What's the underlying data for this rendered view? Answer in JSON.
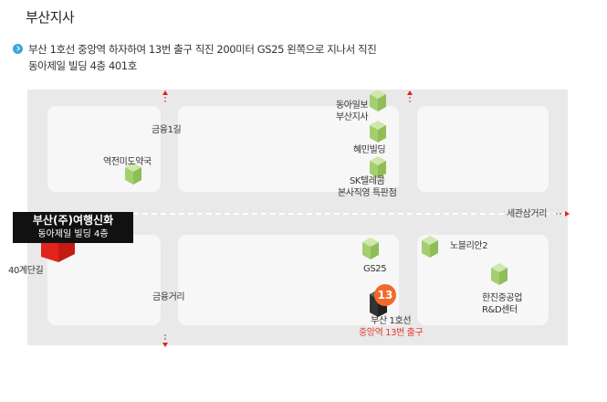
{
  "header": {
    "title": "부산지사",
    "address_line1": "부산 1호선 중앙역 하자하여 13번 출구 직진 200미터 GS25 왼쪽으로 지나서 직진",
    "address_line2": "동아제일 빌딩 4층 401호"
  },
  "map": {
    "streets": {
      "top": "금융1길",
      "bottom": "금융거리",
      "left": "40계단길",
      "right": "세관삼거리"
    },
    "landmarks": {
      "pharmacy": "역전미도약국",
      "donga_ilbo_line1": "동아일보",
      "donga_ilbo_line2": "부산지사",
      "hyemin": "혜민빌딩",
      "sk_line1": "SK텔레콤",
      "sk_line2": "본사직영 특판점",
      "gs25": "GS25",
      "novelian": "노블리안2",
      "hanjin_line1": "한진중공업",
      "hanjin_line2": "R&D센터"
    },
    "company": {
      "name": "부산(주)여행신화",
      "building": "동아제일 빌딩 4층"
    },
    "exit": {
      "number": "13",
      "station": "부산 1호선",
      "exit_label": "중앙역 13번 출구"
    },
    "colors": {
      "ground": "#e9e9e9",
      "block": "#f7f7f7",
      "building_green": "#a5cf6f",
      "company_red": "#e3241b",
      "exit_badge": "#f26a2a",
      "arrow_red": "#d9261c"
    },
    "icons": [
      "info-arrow-icon",
      "building-icon",
      "company-building-icon",
      "subway-exit-icon"
    ]
  }
}
